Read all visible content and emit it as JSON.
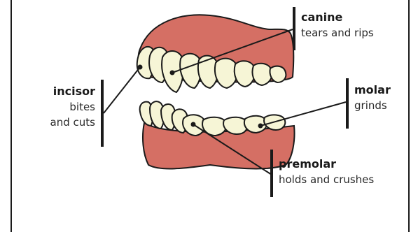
{
  "labels": {
    "canine": {
      "name": "canine",
      "desc": "tears and rips"
    },
    "incisor": {
      "name": "incisor",
      "desc_line1": "bites",
      "desc_line2": "and cuts"
    },
    "molar": {
      "name": "molar",
      "desc": "grinds"
    },
    "premolar": {
      "name": "premolar",
      "desc": "holds and crushes"
    }
  },
  "colors": {
    "gum": "#d56f64",
    "gum_shadow": "#b7564d",
    "tooth": "#f6f5d6",
    "outline": "#1a1a1a"
  }
}
